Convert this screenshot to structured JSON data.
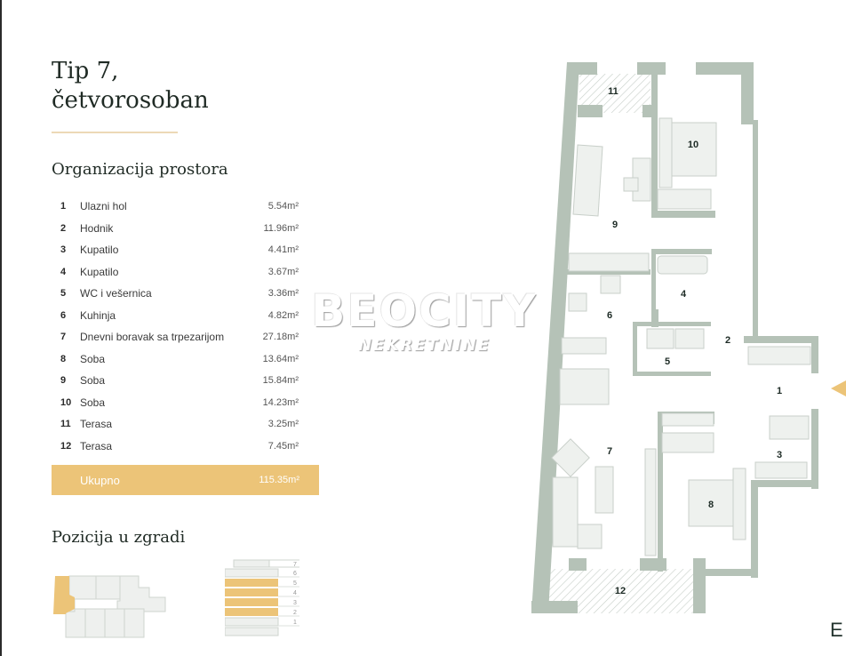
{
  "header": {
    "title_line1": "Tip 7,",
    "title_line2": "četvorosoban"
  },
  "organization": {
    "heading": "Organizacija prostora",
    "rooms": [
      {
        "num": "1",
        "name": "Ulazni hol",
        "area": "5.54m²"
      },
      {
        "num": "2",
        "name": "Hodnik",
        "area": "11.96m²"
      },
      {
        "num": "3",
        "name": "Kupatilo",
        "area": "4.41m²"
      },
      {
        "num": "4",
        "name": "Kupatilo",
        "area": "3.67m²"
      },
      {
        "num": "5",
        "name": "WC i vešernica",
        "area": "3.36m²"
      },
      {
        "num": "6",
        "name": "Kuhinja",
        "area": "4.82m²"
      },
      {
        "num": "7",
        "name": "Dnevni boravak sa trpezarijom",
        "area": "27.18m²"
      },
      {
        "num": "8",
        "name": "Soba",
        "area": "13.64m²"
      },
      {
        "num": "9",
        "name": "Soba",
        "area": "15.84m²"
      },
      {
        "num": "10",
        "name": "Soba",
        "area": "14.23m²"
      },
      {
        "num": "11",
        "name": "Terasa",
        "area": "3.25m²"
      },
      {
        "num": "12",
        "name": "Terasa",
        "area": "7.45m²"
      }
    ],
    "total": {
      "label": "Ukupno",
      "area": "115.35m²"
    }
  },
  "position": {
    "heading": "Pozicija u zgradi",
    "floors": [
      "7",
      "6",
      "5",
      "4",
      "3",
      "2",
      "1"
    ],
    "highlighted_floors": [
      "5",
      "4",
      "3",
      "2"
    ]
  },
  "watermark": {
    "main": "BEOCITY",
    "sub": "NEKRETNINE"
  },
  "floorplan": {
    "room_labels": [
      "1",
      "2",
      "3",
      "4",
      "5",
      "6",
      "7",
      "8",
      "9",
      "10",
      "11",
      "12"
    ],
    "entrance_arrow": "entrance-arrow",
    "edge_letter": "E"
  },
  "colors": {
    "wall": "#b5c2b7",
    "furniture": "#eef1ee",
    "accent_gold": "#ecc478",
    "title_rule": "#ecd9b6",
    "text_dark": "#1f2a24"
  }
}
